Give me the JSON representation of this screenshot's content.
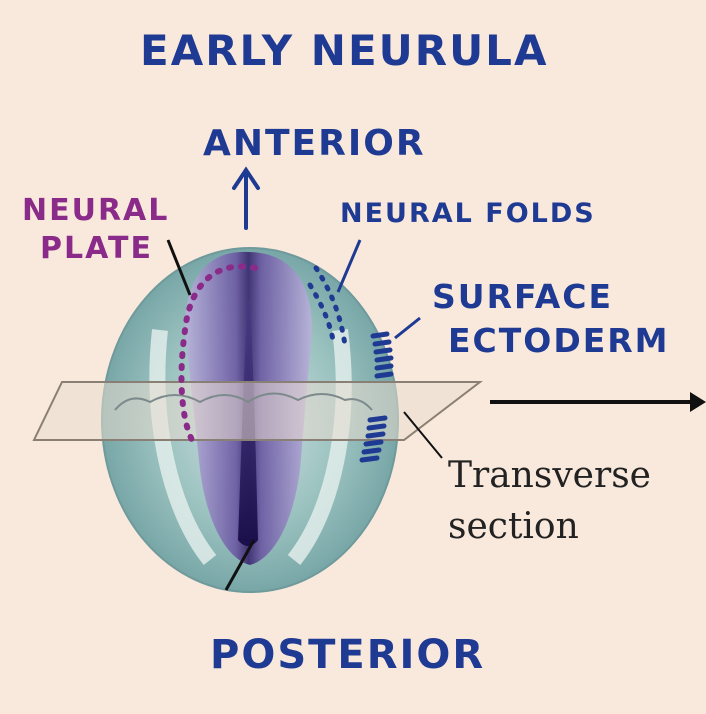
{
  "title": "EARLY NEURULA",
  "labels": {
    "anterior": "ANTERIOR",
    "posterior": "POSTERIOR",
    "neural_plate": [
      "NEURAL",
      "PLATE"
    ],
    "neural_folds": "NEURAL FOLDS",
    "surface_ectoderm": [
      "SURFACE",
      "ECTODERM"
    ],
    "transverse_section": [
      "Transverse",
      "section"
    ]
  },
  "colors": {
    "background": "#f9e9dc",
    "handwriting_blue": "#1f3a93",
    "handwriting_purple": "#8a2b8a",
    "embryo_outer": "#7fb0ad",
    "embryo_plate": "#6b5aa3",
    "plane": "#e9ddd0"
  }
}
